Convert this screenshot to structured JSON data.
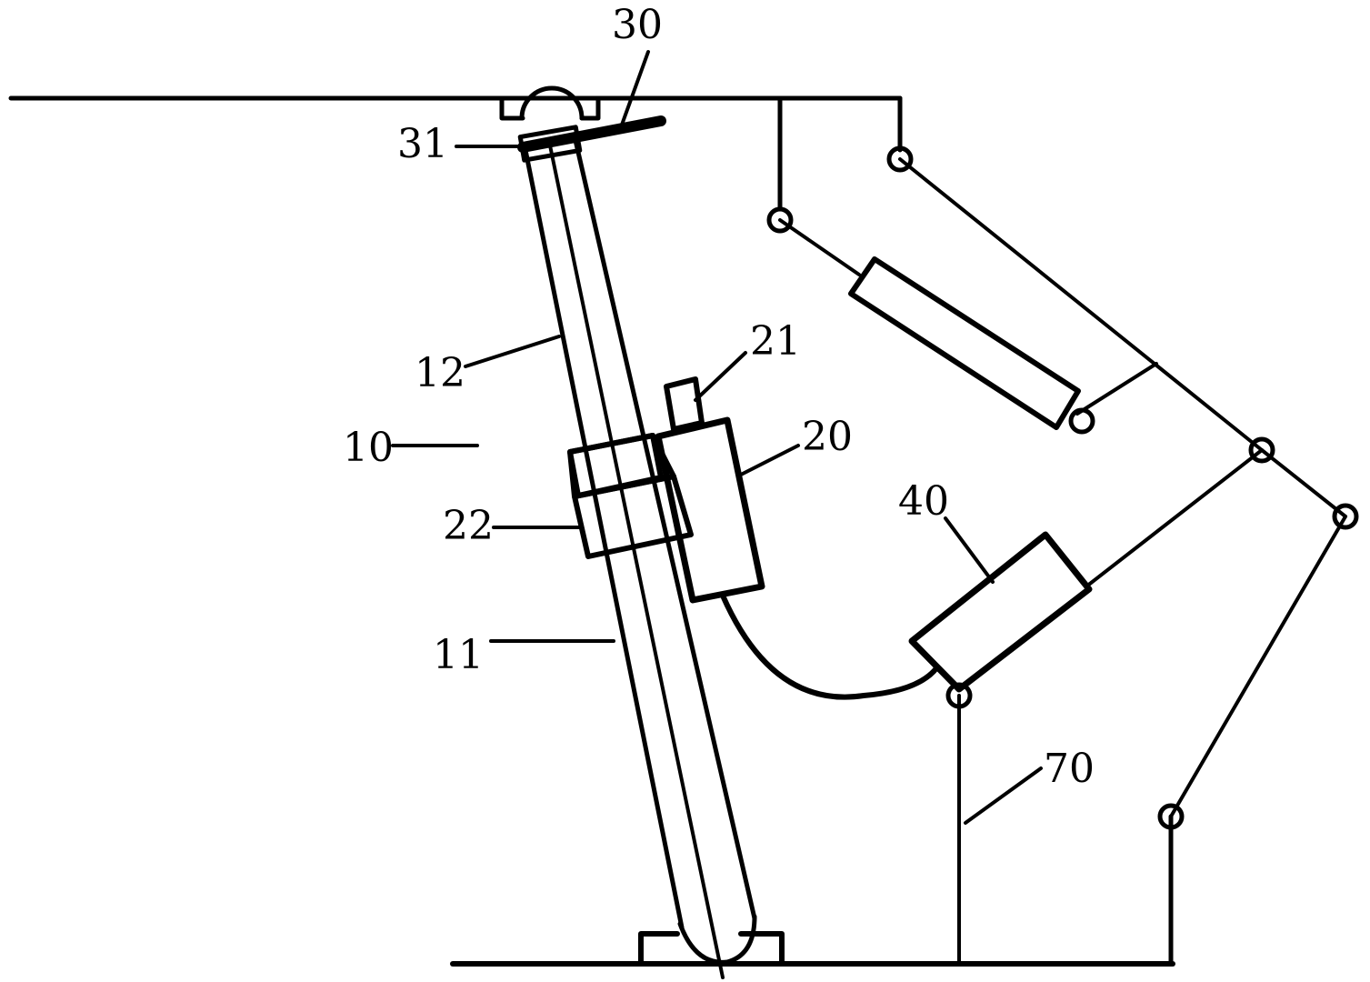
{
  "labels": {
    "l30": "30",
    "l31": "31",
    "l21": "21",
    "l12": "12",
    "l10": "10",
    "l20": "20",
    "l22": "22",
    "l40": "40",
    "l11": "11",
    "l70": "70"
  }
}
